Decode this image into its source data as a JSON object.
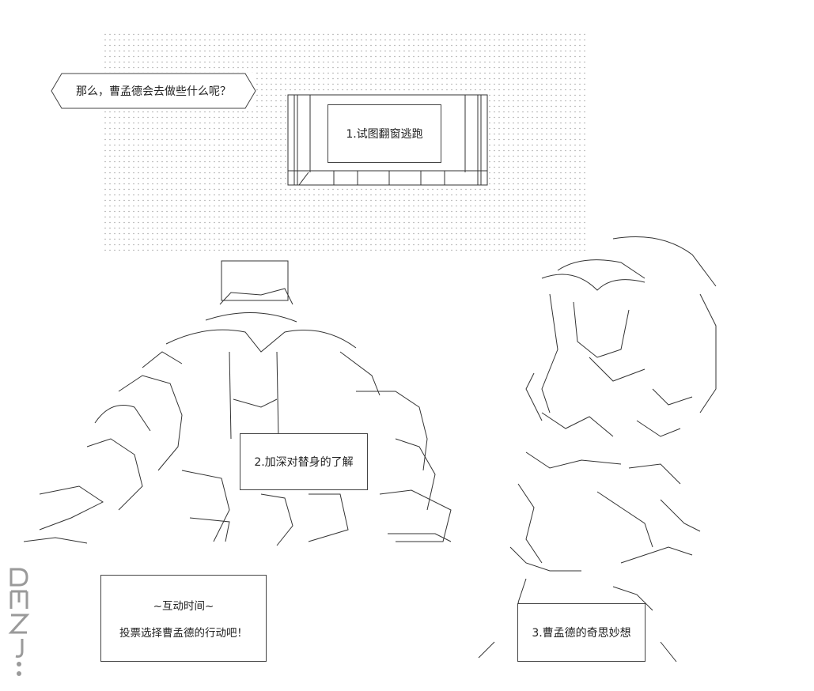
{
  "speech_bubble": {
    "text": "那么，曹孟德会去做些什么呢？"
  },
  "options": {
    "option1": "1.试图翻窗逃跑",
    "option2": "2.加深对替身的了解",
    "option3": "3.曹孟德的奇思妙想"
  },
  "interaction_box": {
    "title": "~互动时间~",
    "prompt": "投票选择曹孟德的行动吧！"
  },
  "watermark": {
    "text": "DMZJ.com"
  },
  "colors": {
    "ink": "#222222",
    "dots": "#9a9a9a",
    "background": "#ffffff"
  }
}
